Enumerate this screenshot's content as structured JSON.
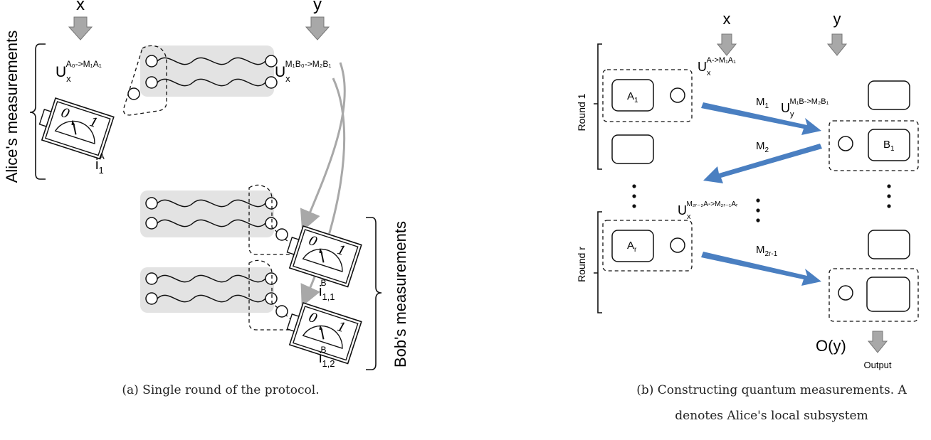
{
  "left": {
    "input_x": "x",
    "input_y": "y",
    "alice_label": "Alice's measurements",
    "bob_label": "Bob's measurements",
    "unitary_1": {
      "base": "U",
      "sub": "x",
      "sup": "A₀->M₁A₁"
    },
    "unitary_2": {
      "base": "U",
      "sub": "x",
      "sup": "M₁B₀->M₂B₁"
    },
    "meter_zero": "0",
    "meter_one": "1",
    "outcome_alice": {
      "base": "i",
      "sub": "1",
      "sup": "A"
    },
    "outcome_bob_1": {
      "base": "i",
      "sub": "1,1",
      "sup": "B"
    },
    "outcome_bob_2": {
      "base": "i",
      "sub": "1,2",
      "sup": "B"
    },
    "caption": "(a) Single round of the protocol."
  },
  "right": {
    "input_x": "x",
    "input_y": "y",
    "unitary_a": {
      "base": "U",
      "sub": "x",
      "sup": "A->M₁A₁"
    },
    "unitary_b": {
      "base": "U",
      "sub": "y",
      "sup": "M₁B->M₂B₁"
    },
    "unitary_r": {
      "base": "U",
      "sub": "x",
      "sup": "M₂ᵣ₋₂A->M₂ᵣ₋₁Aᵣ"
    },
    "round_1": "Round 1",
    "round_r": "Round r",
    "box_a1": {
      "base": "A",
      "sub": "1"
    },
    "box_b1": {
      "base": "B",
      "sub": "1"
    },
    "box_ar": {
      "base": "A",
      "sub": "r"
    },
    "msg_1": {
      "base": "M",
      "sub": "1"
    },
    "msg_2": {
      "base": "M",
      "sub": "2"
    },
    "msg_last": {
      "base": "M",
      "sub": "2r-1"
    },
    "output_label": "O(y)",
    "output_text": "Output",
    "caption_line1": "(b) Constructing quantum measurements. A",
    "caption_line2": "denotes Alice's local subsystem"
  },
  "colors": {
    "arrow_gray": "#a8a8a8",
    "box_gray": "#e3e3e3",
    "msg_blue": "#4a7fc1"
  }
}
